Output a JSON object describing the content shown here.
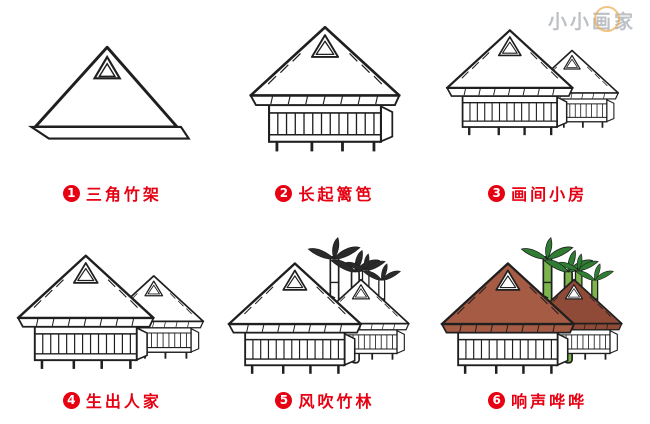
{
  "watermark": {
    "text": "小小画家"
  },
  "steps": [
    {
      "number": "1",
      "label": "三角竹架"
    },
    {
      "number": "2",
      "label": "长起篱笆"
    },
    {
      "number": "3",
      "label": "画间小房"
    },
    {
      "number": "4",
      "label": "生出人家"
    },
    {
      "number": "5",
      "label": "风吹竹林"
    },
    {
      "number": "6",
      "label": "响声哗哗"
    }
  ],
  "colors": {
    "accent_red": "#e60012",
    "roof_brown_front": "#a65b45",
    "roof_brown_back": "#8f4a38",
    "bamboo_green": "#7cb44e",
    "leaf_green": "#2f7d33",
    "line_black": "#1f1f1f"
  }
}
